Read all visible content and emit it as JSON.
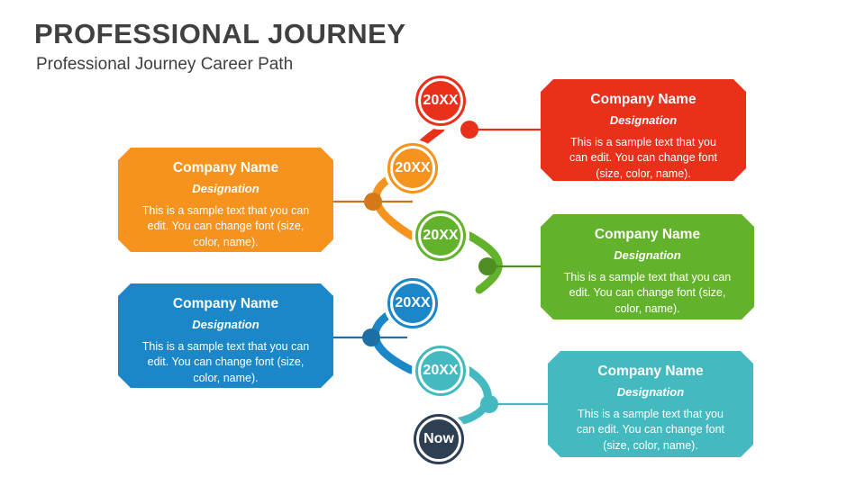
{
  "header": {
    "title": "PROFESSIONAL JOURNEY",
    "subtitle": "Professional Journey Career Path"
  },
  "colors": {
    "red": "#E8301B",
    "orange": "#F6921E",
    "green": "#62B22C",
    "blue": "#1B87C9",
    "teal": "#45B9C0",
    "navy": "#2E3E53",
    "title": "#404040",
    "subtitle": "#3F3F3F",
    "background": "#FFFFFF"
  },
  "nodes": [
    {
      "label": "20XX",
      "color": "#E8301B",
      "name": "milestone-node-1"
    },
    {
      "label": "20XX",
      "color": "#F6921E",
      "name": "milestone-node-2"
    },
    {
      "label": "20XX",
      "color": "#62B22C",
      "name": "milestone-node-3"
    },
    {
      "label": "20XX",
      "color": "#1B87C9",
      "name": "milestone-node-4"
    },
    {
      "label": "20XX",
      "color": "#45B9C0",
      "name": "milestone-node-5"
    },
    {
      "label": "Now",
      "color": "#2E3E53",
      "name": "milestone-node-now"
    }
  ],
  "cards": [
    {
      "company": "Company Name",
      "designation": "Designation",
      "body": "This is a sample text that you can edit. You can change font (size, color, name).",
      "color": "#E8301B",
      "side": "right"
    },
    {
      "company": "Company Name",
      "designation": "Designation",
      "body": "This is a sample text that you can edit. You can change font (size, color, name).",
      "color": "#F6921E",
      "side": "left"
    },
    {
      "company": "Company Name",
      "designation": "Designation",
      "body": "This is a sample text that you can edit. You can change font (size, color, name).",
      "color": "#62B22C",
      "side": "right"
    },
    {
      "company": "Company Name",
      "designation": "Designation",
      "body": "This is a sample text that you can edit. You can change font (size, color, name).",
      "color": "#1B87C9",
      "side": "left"
    },
    {
      "company": "Company Name",
      "designation": "Designation",
      "body": "This is a sample text that you can edit. You can change font (size, color, name).",
      "color": "#45B9C0",
      "side": "right"
    }
  ]
}
